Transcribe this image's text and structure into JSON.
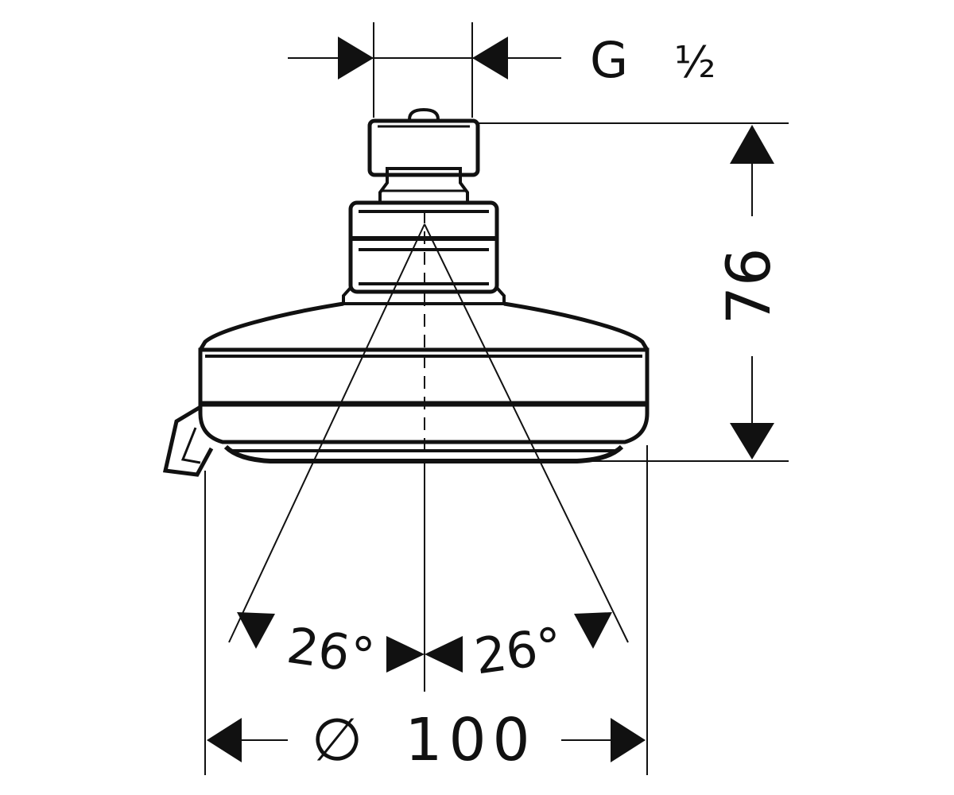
{
  "diagram": {
    "thread_label": "G",
    "thread_size": "½",
    "height_dimension": "76",
    "left_spray_angle": "26°",
    "right_spray_angle": "26°",
    "diameter_symbol": "∅",
    "diameter_value": "100"
  },
  "colors": {
    "line": "#111111",
    "background": "#ffffff"
  }
}
